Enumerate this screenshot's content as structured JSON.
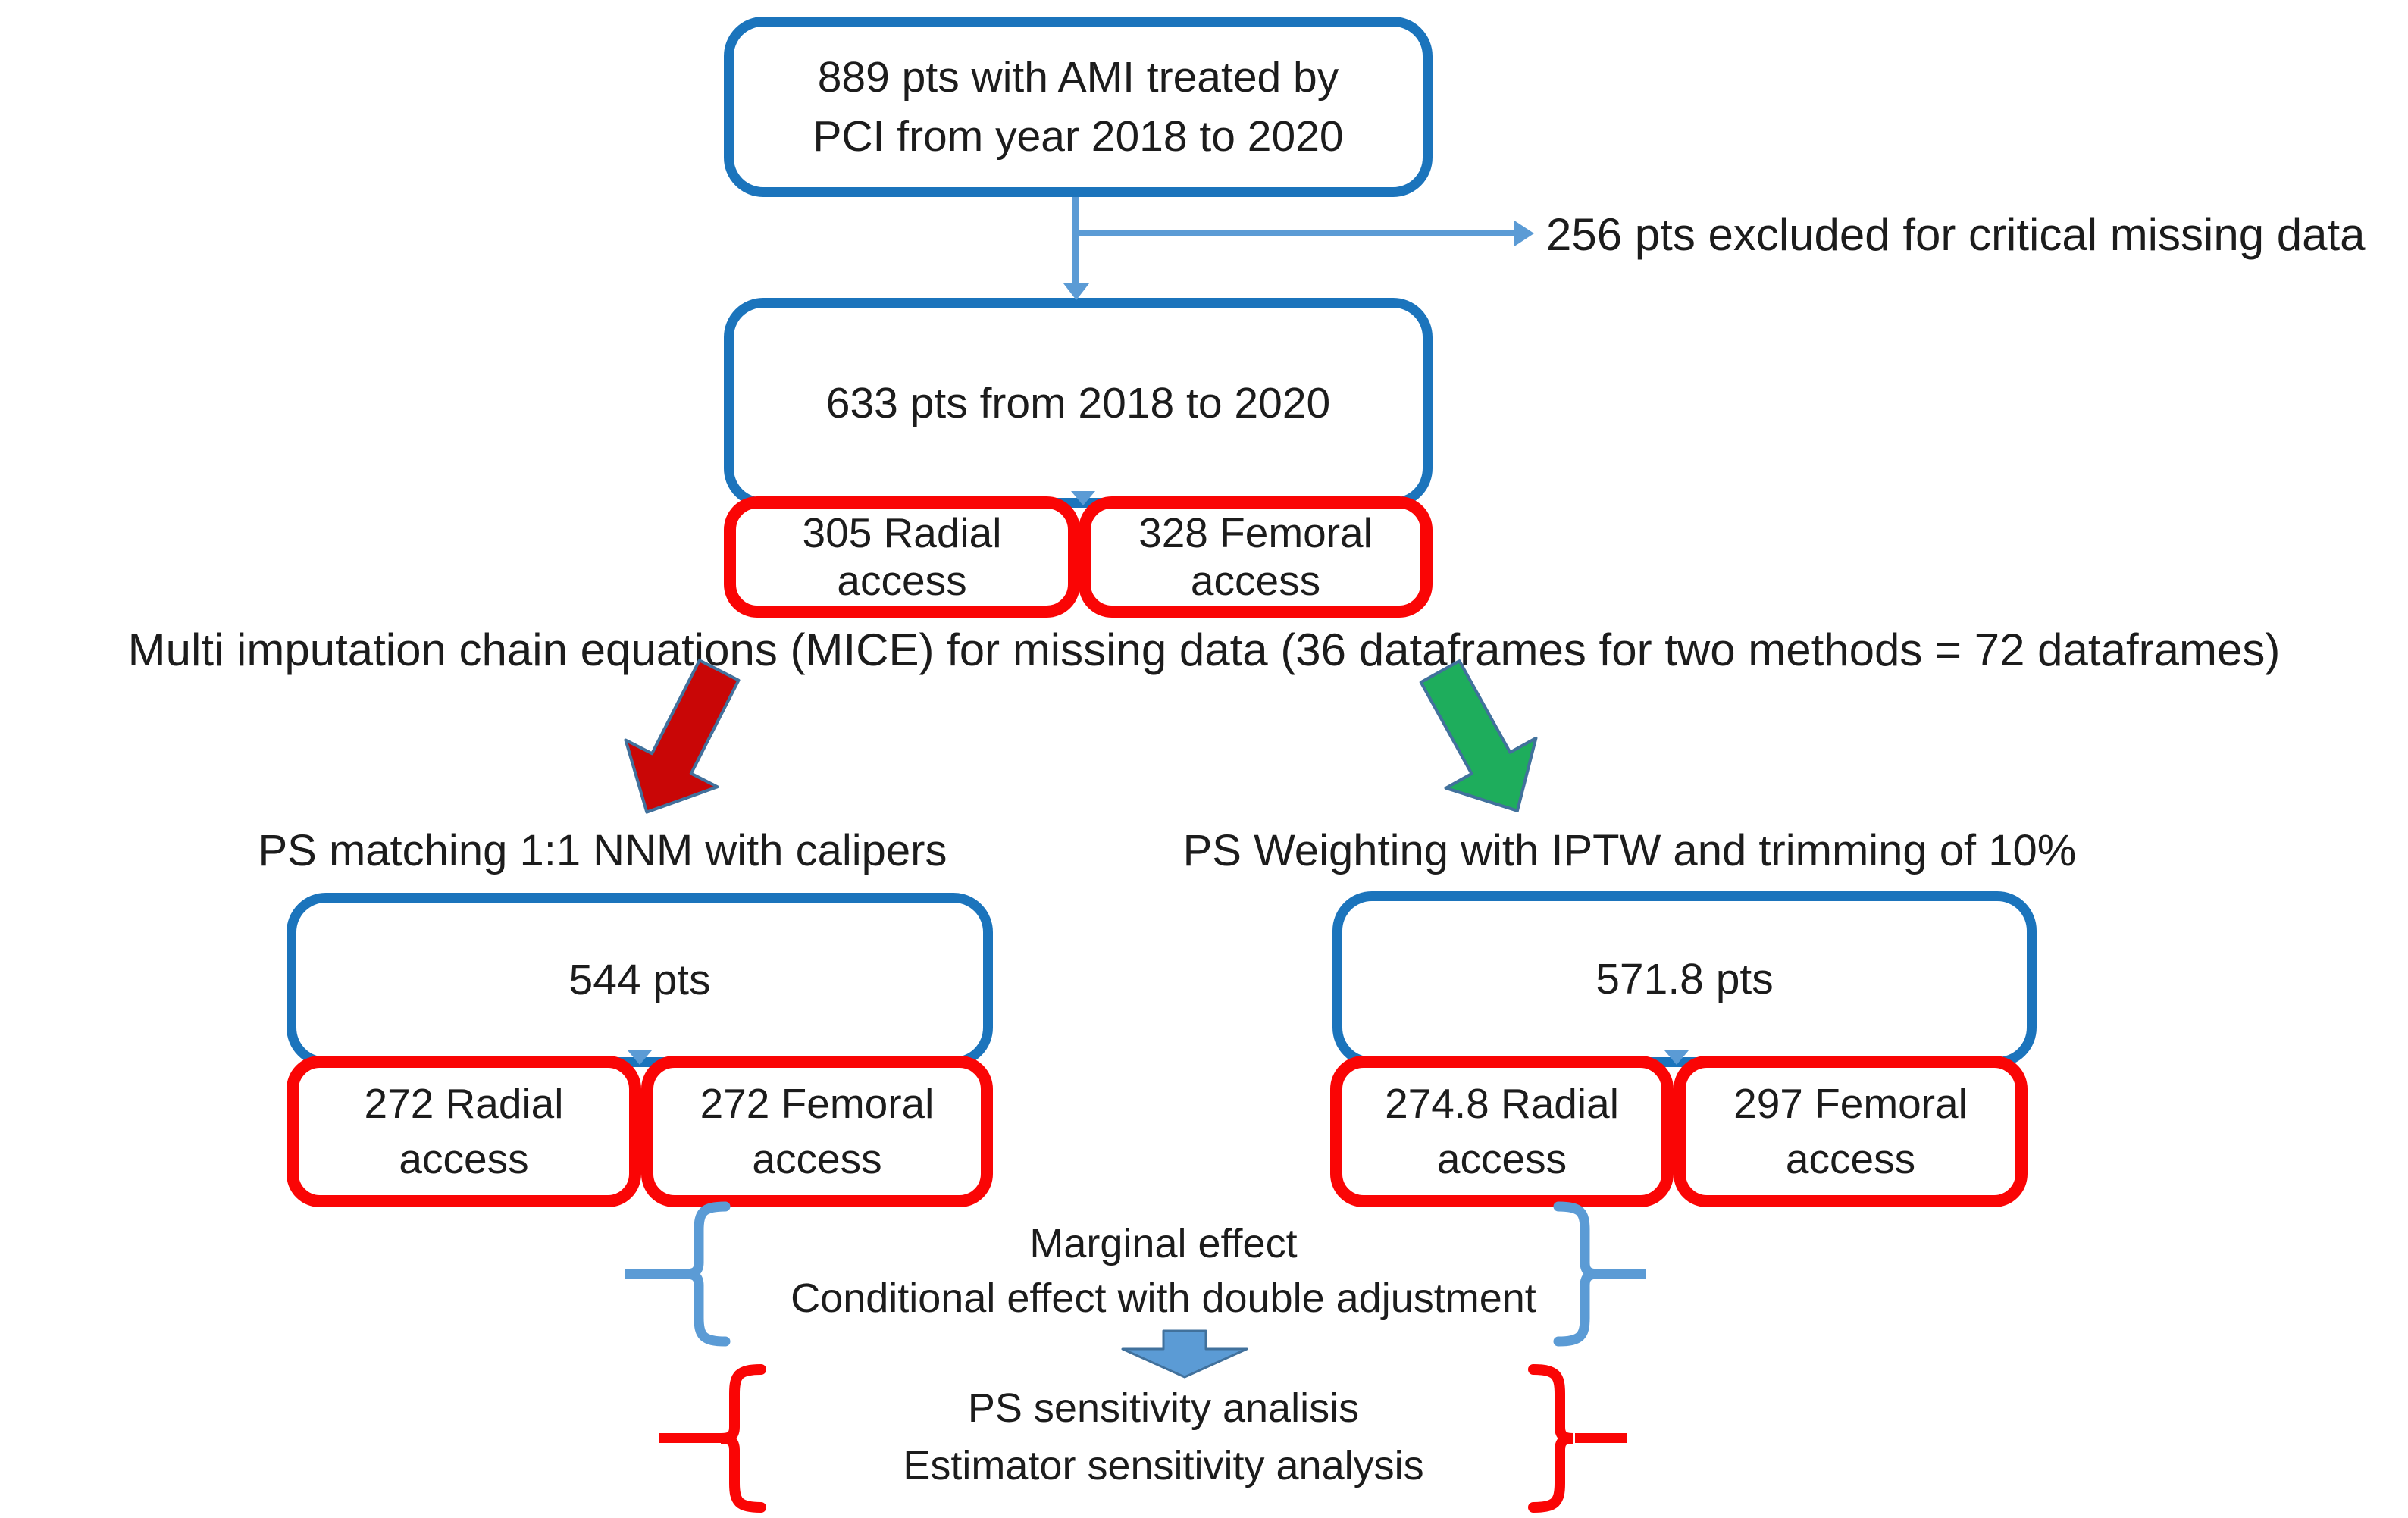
{
  "title": "Patient flow diagram: AMI treated by PCI, propensity score analysis",
  "colors": {
    "blue_box_border": "#1B74BC",
    "red_box_border": "#FA0505",
    "connector_blue": "#5B9BD5",
    "block_arrow_red": "#C90606",
    "block_arrow_green": "#1EAD5C",
    "block_arrow_outline": "#41719C",
    "text": "#1c1c1c"
  },
  "icons": {
    "red-block-arrow": "thick dark-red arrow pointing down-left",
    "green-block-arrow": "thick green arrow pointing down-right",
    "blue-block-arrow": "blue block arrow pointing down",
    "blue-brace": "light-blue curly brace",
    "red-brace": "red curly brace",
    "connector-arrowhead": "small blue triangular arrowhead"
  },
  "flow": {
    "box_889": "889 pts with AMI treated by\nPCI from year 2018 to 2020",
    "excluded_note": "256 pts excluded for critical missing data",
    "box_633": "633 pts from 2018 to 2020",
    "radial_305": "305 Radial\naccess",
    "femoral_328": "328 Femoral\naccess",
    "mice_note": "Multi imputation chain equations (MICE) for missing data (36 dataframes  for two methods = 72 dataframes)",
    "left_branch": {
      "heading": "PS matching 1:1 NNM with calipers",
      "box_pts": "544 pts",
      "radial": "272 Radial\naccess",
      "femoral": "272 Femoral\naccess"
    },
    "right_branch": {
      "heading": "PS Weighting with IPTW and trimming of 10%",
      "box_pts": "571.8 pts",
      "radial": "274.8 Radial\naccess",
      "femoral": "297 Femoral\naccess"
    },
    "effects_note": "Marginal effect\nConditional effect with double adjustment",
    "sensitivity_note": "PS sensitivity analisis\nEstimator sensitivity analysis"
  }
}
